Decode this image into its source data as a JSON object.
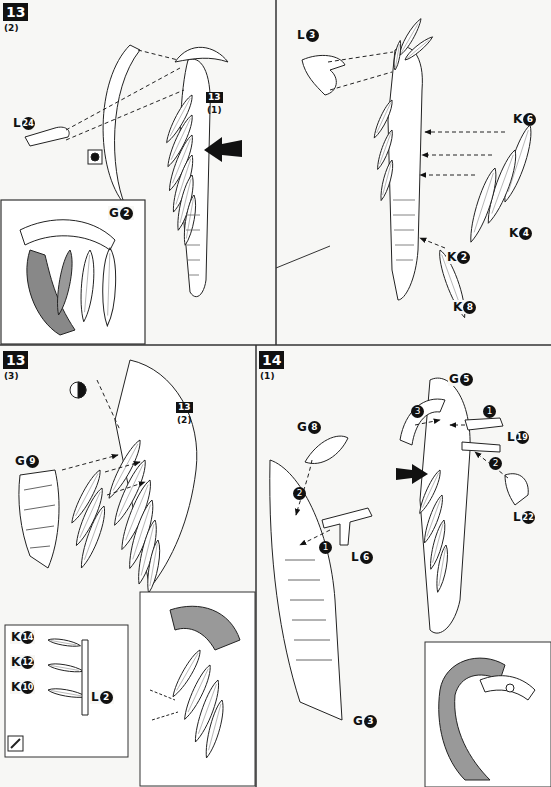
{
  "diagram": {
    "labels": [
      "13",
      "(2)",
      "13",
      "(1)",
      "L24",
      "G2",
      "L3",
      "K6",
      "K4",
      "K2",
      "K8",
      "13",
      "(3)",
      "13",
      "(2)",
      "G9",
      "K14",
      "K12",
      "K10",
      "L2",
      "14",
      "(1)",
      "G8",
      "2",
      "1",
      "L6",
      "G3",
      "G5",
      "3",
      "1",
      "L19",
      "2",
      "L22"
    ]
  }
}
